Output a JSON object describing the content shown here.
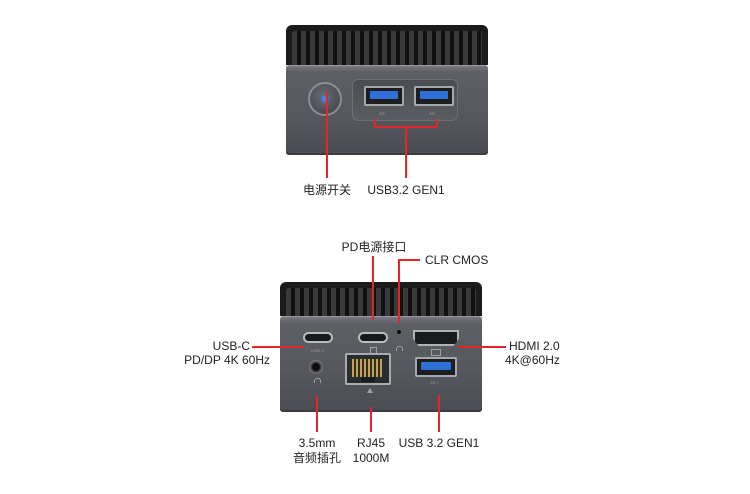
{
  "top_device": {
    "labels": {
      "power": "电源开关",
      "usb_front": "USB3.2 GEN1"
    },
    "port_marks": [
      "SS",
      "SS"
    ]
  },
  "bottom_device": {
    "labels": {
      "pd_power": "PD电源接口",
      "clr_cmos": "CLR CMOS",
      "usb_c_line1": "USB-C",
      "usb_c_line2": "PD/DP 4K 60Hz",
      "hdmi_line1": "HDMI 2.0",
      "hdmi_line2": "4K@60Hz",
      "audio_line1": "3.5mm",
      "audio_line2": "音频插孔",
      "rj45_line1": "RJ45",
      "rj45_line2": "1000M",
      "usb_back": "USB 3.2 GEN1"
    },
    "port_marks": {
      "usbc": "USB-C",
      "usba": "SS⇔"
    }
  },
  "colors": {
    "callout": "#e4262c",
    "power_led": "#2f8cff",
    "usb_tongue": "#2f6fd8",
    "body": "#55575d",
    "vent": "#1b1b1b"
  }
}
